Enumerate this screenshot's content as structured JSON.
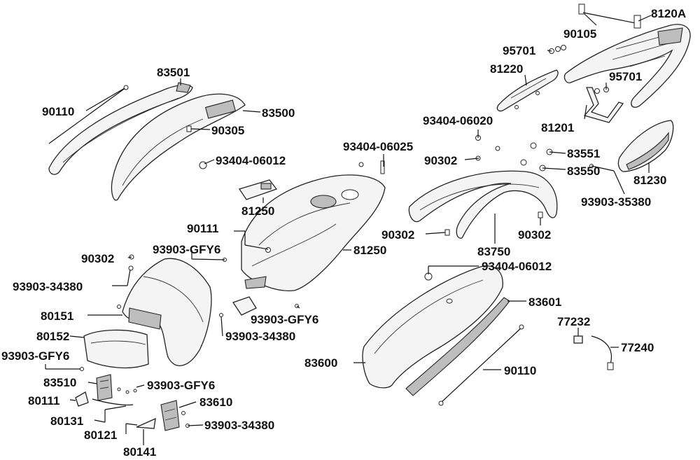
{
  "diagram": {
    "labels": [
      {
        "id": "l-8120A",
        "text": "8120A"
      },
      {
        "id": "l-90105",
        "text": "90105"
      },
      {
        "id": "l-95701-a",
        "text": "95701"
      },
      {
        "id": "l-81220",
        "text": "81220"
      },
      {
        "id": "l-95701-b",
        "text": "95701"
      },
      {
        "id": "l-81201",
        "text": "81201"
      },
      {
        "id": "l-93404-06020",
        "text": "93404-06020"
      },
      {
        "id": "l-83551",
        "text": "83551"
      },
      {
        "id": "l-83550",
        "text": "83550"
      },
      {
        "id": "l-81230",
        "text": "81230"
      },
      {
        "id": "l-93903-35380",
        "text": "93903-35380"
      },
      {
        "id": "l-83501",
        "text": "83501"
      },
      {
        "id": "l-90110-a",
        "text": "90110"
      },
      {
        "id": "l-83500",
        "text": "83500"
      },
      {
        "id": "l-90305",
        "text": "90305"
      },
      {
        "id": "l-93404-06012-a",
        "text": "93404-06012"
      },
      {
        "id": "l-93404-06025",
        "text": "93404-06025"
      },
      {
        "id": "l-90302-a",
        "text": "90302"
      },
      {
        "id": "l-81250-a",
        "text": "81250"
      },
      {
        "id": "l-90111",
        "text": "90111"
      },
      {
        "id": "l-81250-b",
        "text": "81250"
      },
      {
        "id": "l-90302-b",
        "text": "90302"
      },
      {
        "id": "l-90302-c",
        "text": "90302"
      },
      {
        "id": "l-83750",
        "text": "83750"
      },
      {
        "id": "l-93903-GFY6-a",
        "text": "93903-GFY6"
      },
      {
        "id": "l-90302-d",
        "text": "90302"
      },
      {
        "id": "l-93404-06012-b",
        "text": "93404-06012"
      },
      {
        "id": "l-93903-34380-a",
        "text": "93903-34380"
      },
      {
        "id": "l-80151",
        "text": "80151"
      },
      {
        "id": "l-83601",
        "text": "83601"
      },
      {
        "id": "l-93903-GFY6-b",
        "text": "93903-GFY6"
      },
      {
        "id": "l-77232",
        "text": "77232"
      },
      {
        "id": "l-80152",
        "text": "80152"
      },
      {
        "id": "l-93903-34380-b",
        "text": "93903-34380"
      },
      {
        "id": "l-77240",
        "text": "77240"
      },
      {
        "id": "l-93903-GFY6-c",
        "text": "93903-GFY6"
      },
      {
        "id": "l-83600",
        "text": "83600"
      },
      {
        "id": "l-90110-b",
        "text": "90110"
      },
      {
        "id": "l-83510",
        "text": "83510"
      },
      {
        "id": "l-93903-GFY6-d",
        "text": "93903-GFY6"
      },
      {
        "id": "l-80111",
        "text": "80111"
      },
      {
        "id": "l-83610",
        "text": "83610"
      },
      {
        "id": "l-80131",
        "text": "80131"
      },
      {
        "id": "l-93903-34380-c",
        "text": "93903-34380"
      },
      {
        "id": "l-80121",
        "text": "80121"
      },
      {
        "id": "l-80141",
        "text": "80141"
      }
    ]
  }
}
